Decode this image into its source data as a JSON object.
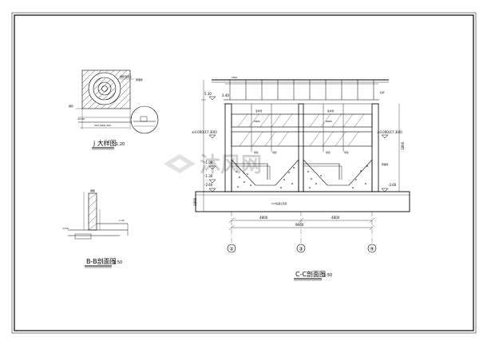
{
  "views": {
    "detail_j": {
      "title": "j 大样图",
      "scale": "1:20"
    },
    "section_b": {
      "title": "B-B剖面图",
      "scale": "1:50"
    },
    "section_c": {
      "title": "C-C剖面图",
      "scale": "1:50"
    }
  },
  "elevations": {
    "top_left_a": "5.30",
    "top_left_b": "3.40",
    "mid_left": "±0.000(17.300)",
    "mid_right": "±0.000(17.300)",
    "low_a": "-1.00",
    "low_b": "-1.30",
    "low_c": "-2.60",
    "bottom_right": "-2.60"
  },
  "dimensions": {
    "span_left": "4800",
    "span_right": "4800",
    "total": "9600",
    "depth_left": "1800",
    "depth_right": "1800"
  },
  "grid_axes": [
    "②",
    "③",
    "④"
  ],
  "labels": {
    "base_slab": "C15混凝土垫层"
  },
  "watermark": "沐风网"
}
